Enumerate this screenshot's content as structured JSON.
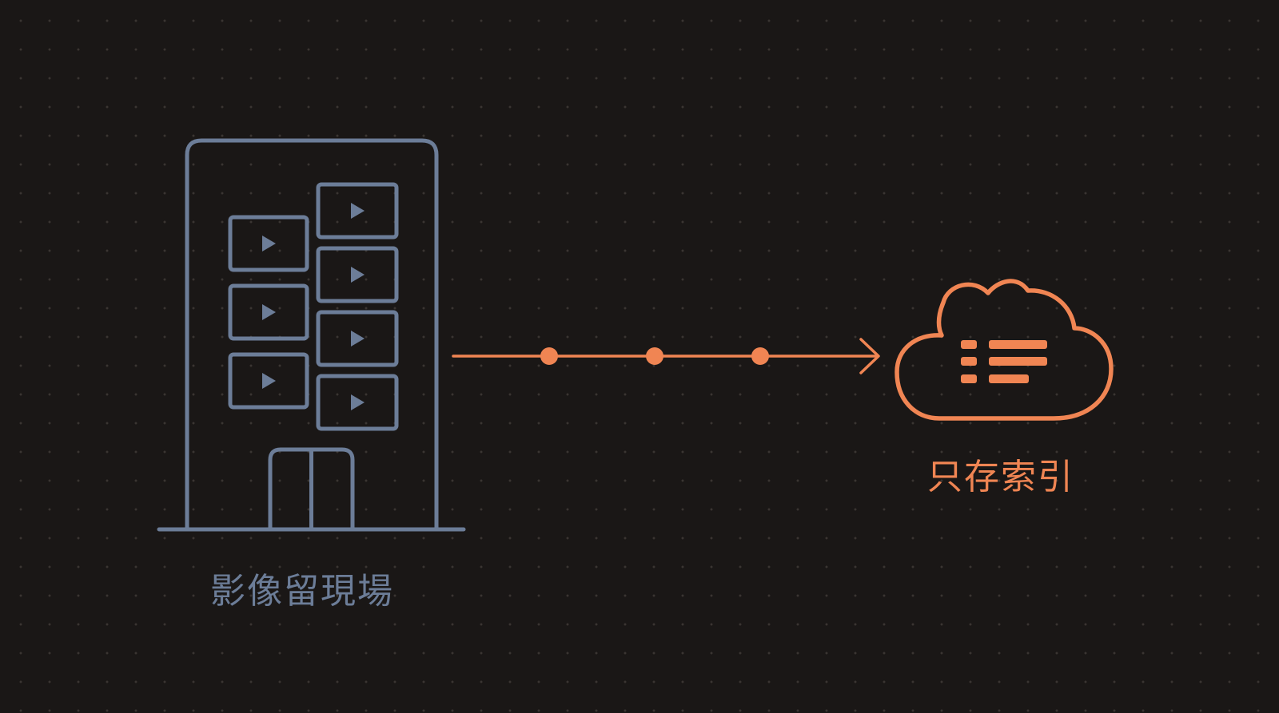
{
  "colors": {
    "background": "#1a1716",
    "grid_dot": "#3a3532",
    "building": "#6c7d98",
    "accent": "#f08553"
  },
  "building": {
    "icon": "building-with-video-windows-icon",
    "label": "影像留現場"
  },
  "flow": {
    "icon": "arrow-right-icon",
    "dot_count": 3
  },
  "cloud": {
    "icon": "cloud-list-icon",
    "label": "只存索引"
  }
}
